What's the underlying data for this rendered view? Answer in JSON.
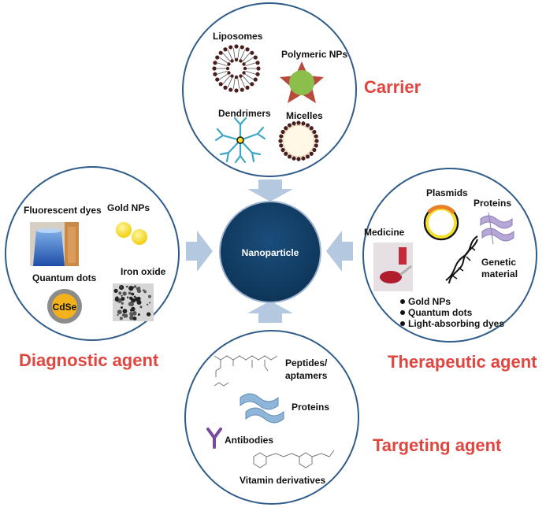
{
  "center": {
    "label": "Nanoparticle"
  },
  "carrier": {
    "title": "Carrier",
    "items": {
      "liposomes": "Liposomes",
      "polymeric": "Polymeric NPs",
      "dendrimers": "Dendrimers",
      "micelles": "Micelles"
    }
  },
  "diagnostic": {
    "title": "Diagnostic agent",
    "items": {
      "fluorescent": "Fluorescent dyes",
      "gold": "Gold NPs",
      "quantum": "Quantum dots",
      "cdse": "CdSe",
      "iron": "Iron oxide"
    }
  },
  "therapeutic": {
    "title": "Therapeutic agent",
    "items": {
      "plasmids": "Plasmids",
      "proteins": "Proteins",
      "medicine": "Medicine",
      "genetic1": "Genetic",
      "genetic2": "material"
    },
    "bullets": [
      "Gold NPs",
      "Quantum dots",
      "Light-absorbing dyes"
    ]
  },
  "targeting": {
    "title": "Targeting agent",
    "items": {
      "peptides1": "Peptides/",
      "peptides2": "aptamers",
      "proteins": "Proteins",
      "antibodies": "Antibodies",
      "vitamin": "Vitamin derivatives"
    }
  },
  "colors": {
    "circle_stroke": "#2f5c8a",
    "center_fill": "#133f66",
    "arrow": "#b4c8e0",
    "title_red": "#e0453f",
    "gold": "#f5df2e",
    "star_red": "#b84a3e",
    "star_green": "#8bbe4a"
  }
}
